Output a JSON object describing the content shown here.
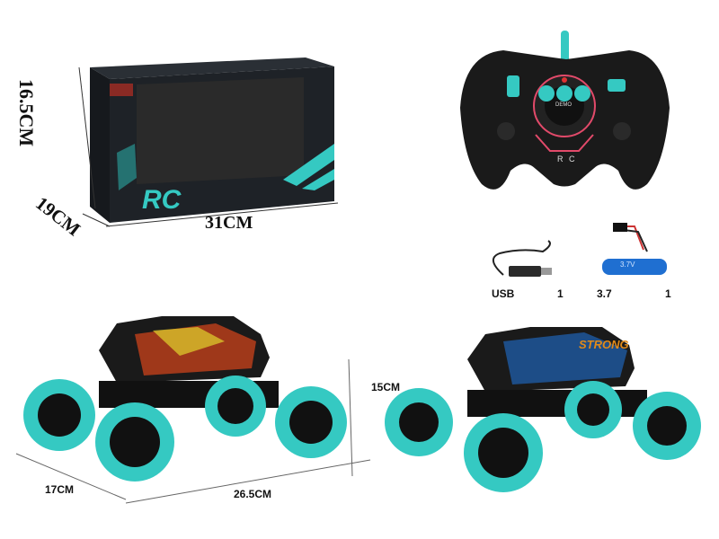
{
  "box": {
    "height_label": "16.5CM",
    "depth_label": "19CM",
    "width_label": "31CM",
    "logo_text": "RC"
  },
  "remote": {
    "label": "R C",
    "mode_button_text": "DEMO"
  },
  "accessories": {
    "usb_label": "USB",
    "usb_qty": "1",
    "battery_label": "3.7",
    "battery_qty": "1",
    "battery_print": "3.7V"
  },
  "car_left": {
    "depth_label": "17CM",
    "length_label": "26.5CM"
  },
  "car_right": {
    "height_label": "15CM",
    "decal_text": "STRONG"
  },
  "colors": {
    "accent_cyan": "#35c9c2",
    "body_black": "#1a1a1a",
    "battery_blue": "#1f6fd1"
  }
}
